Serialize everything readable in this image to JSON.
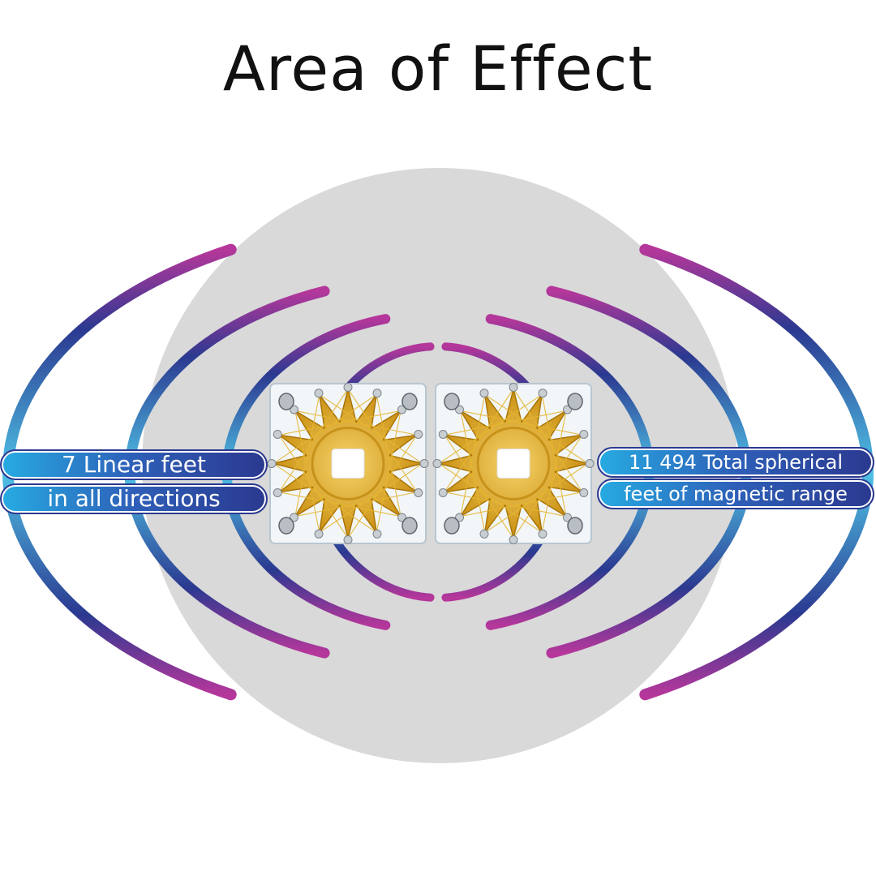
{
  "title": "Area of Effect",
  "left_labels": {
    "line1": "7 Linear feet",
    "line2": "in all directions"
  },
  "right_labels": {
    "line1": "11 494 Total spherical",
    "line2": "feet of magnetic range"
  },
  "colors": {
    "background_circle": "#d9d9d9",
    "arc_cyan": "#4fc3e6",
    "arc_blue": "#2b3990",
    "arc_magenta": "#b5379b",
    "pill_start": "#27aae1",
    "pill_end": "#2b3990",
    "device_gold": "#d4a21a"
  },
  "icons": {
    "device": "sacred-geometry-star-plate"
  }
}
